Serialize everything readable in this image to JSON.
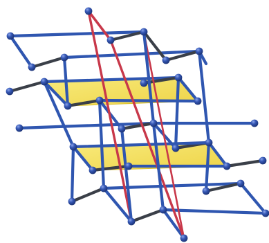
{
  "figure": {
    "kind": "3d-network-structure",
    "colors": {
      "blue_rod": "#2f56b0",
      "blue_rod_highlight": "#4a78d8",
      "dark_rod": "#3a3f48",
      "red_rod": "#c8384a",
      "node": "#2e4fae",
      "node_highlight": "#7e9ae6",
      "sheet_fill": "#f6e25a",
      "sheet_stroke": "#d9bf2a",
      "background": "#ffffff"
    },
    "parts": [
      "blue-rods",
      "dark-linker-rods",
      "red-helical-rods",
      "yellow-sheets",
      "spherical-nodes"
    ]
  }
}
